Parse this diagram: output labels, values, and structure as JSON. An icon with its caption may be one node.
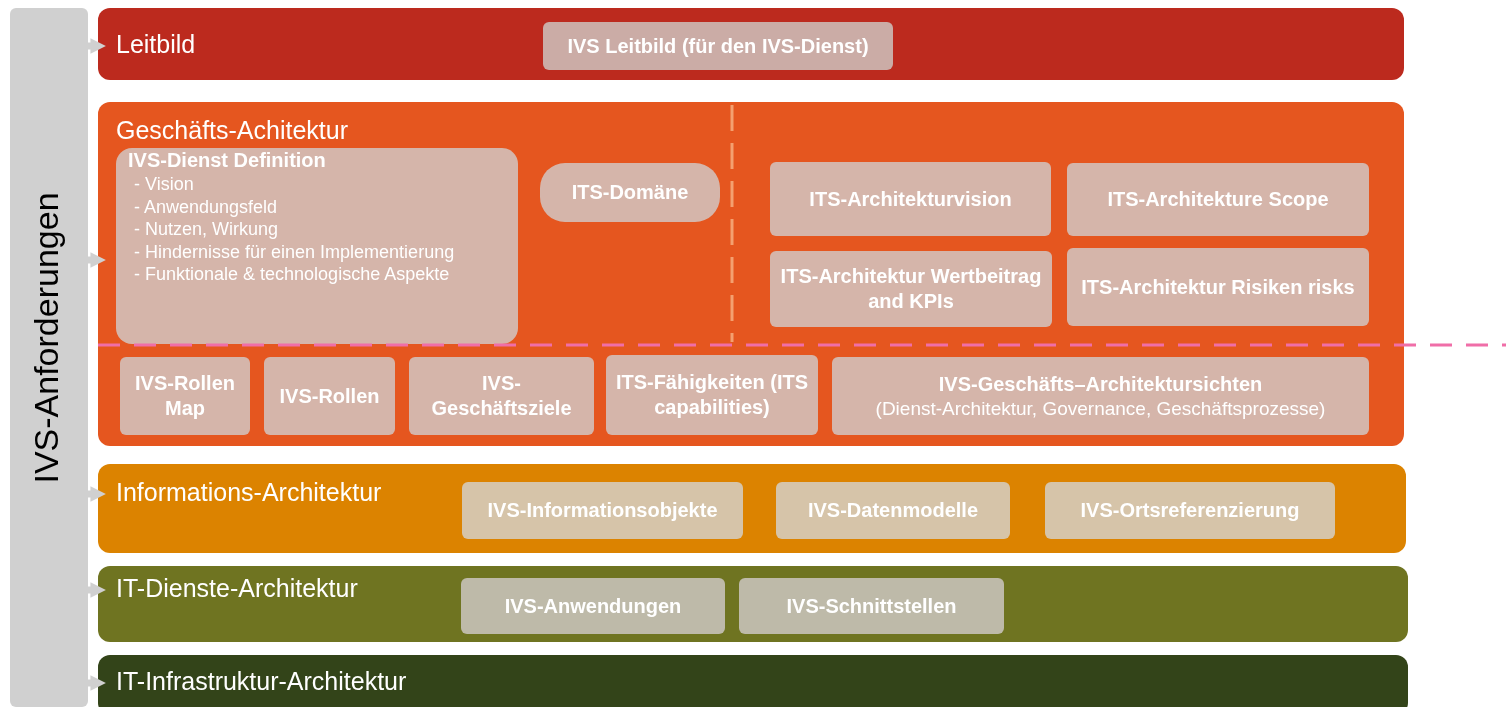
{
  "diagram": {
    "nodes": [
      {
        "text": [
          "IVS-Anforderungen"
        ]
      },
      {
        "text": [
          "Leitbild"
        ]
      },
      {
        "text": [
          "IVS Leitbild (für den IVS-Dienst)"
        ],
        "in": 1
      },
      {
        "text": [
          "Geschäfts-Achitektur"
        ]
      },
      {
        "text": [
          "IVS-Dienst Definition",
          "- Vision",
          "- Anwendungsfeld",
          "- Nutzen, Wirkung",
          "- Hindernisse für einen Implementierung",
          "- Funktionale & technologische Aspekte"
        ],
        "in": 3
      },
      {
        "text": [
          "ITS-Domäne"
        ],
        "in": 3
      },
      {
        "text": [
          "ITS-Architekturvision"
        ],
        "in": 3
      },
      {
        "text": [
          "ITS-Architekture Scope"
        ],
        "in": 3
      },
      {
        "text": [
          "ITS-Architektur Wertbeitrag and KPIs"
        ],
        "in": 3
      },
      {
        "text": [
          "ITS-Architektur Risiken risks"
        ],
        "in": 3
      },
      {
        "text": [
          "IVS-Rollen Map"
        ],
        "in": 3
      },
      {
        "text": [
          "IVS-Rollen"
        ],
        "in": 3
      },
      {
        "text": [
          "IVS-Geschäftsziele"
        ],
        "in": 3
      },
      {
        "text": [
          "ITS-Fähigkeiten (ITS capabilities)"
        ],
        "in": 3
      },
      {
        "text": [
          "IVS-Geschäfts–Architektursichten",
          "(Dienst-Architektur, Governance, Geschäftsprozesse)"
        ],
        "in": 3
      },
      {
        "text": [
          "Informations-Architektur"
        ]
      },
      {
        "text": [
          "IVS-Informationsobjekte"
        ],
        "in": 15
      },
      {
        "text": [
          "IVS-Datenmodelle"
        ],
        "in": 15
      },
      {
        "text": [
          "IVS-Ortsreferenzierung"
        ],
        "in": 15
      },
      {
        "text": [
          "IT-Dienste-Architektur"
        ]
      },
      {
        "text": [
          "IVS-Anwendungen"
        ],
        "in": 19
      },
      {
        "text": [
          "IVS-Schnittstellen"
        ],
        "in": 19
      },
      {
        "text": [
          "IT-Infrastruktur-Architektur"
        ]
      }
    ],
    "edges": [
      {
        "from": 0,
        "to": 1,
        "arrow": "to"
      },
      {
        "from": 0,
        "to": 3,
        "arrow": "to"
      },
      {
        "from": 0,
        "to": 15,
        "arrow": "to"
      },
      {
        "from": 0,
        "to": 19,
        "arrow": "to"
      },
      {
        "from": 0,
        "to": 22,
        "arrow": "to"
      }
    ]
  }
}
